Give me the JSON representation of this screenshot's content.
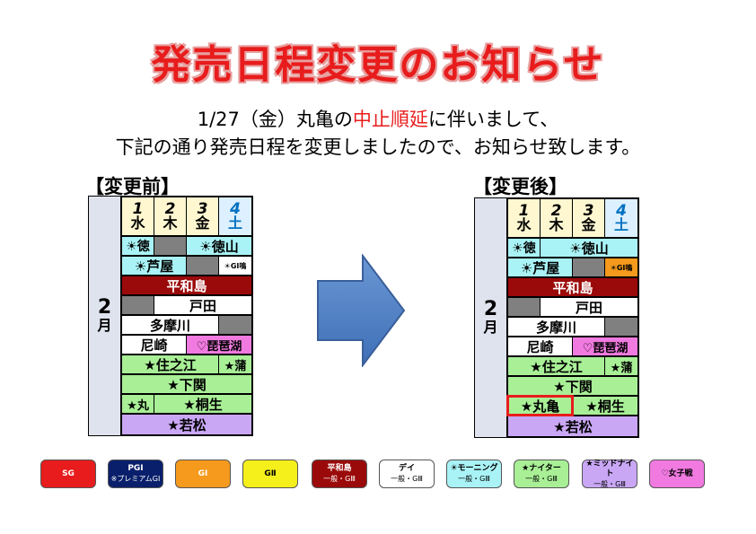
{
  "title": "発売日程変更のお知らせ",
  "message": {
    "line1_pre": "1/27（金）丸亀の",
    "line1_hl": "中止順延",
    "line1_post": "に伴いまして、",
    "line2": "下記の通り発売日程を変更しましたので、お知らせ致します。"
  },
  "before": {
    "label": "【変更前】",
    "month_num": "2",
    "month_unit": "月",
    "days": [
      {
        "num": "1",
        "wd": "水"
      },
      {
        "num": "2",
        "wd": "木"
      },
      {
        "num": "3",
        "wd": "金"
      },
      {
        "num": "4",
        "wd": "土"
      }
    ],
    "rows": {
      "r1a": "☀徳",
      "r1b": "☀徳山",
      "r2a": "☀芦屋",
      "r2b": "☀GⅠ鳴",
      "r3": "平和島",
      "r4": "戸田",
      "r5": "多摩川",
      "r6a": "尼崎",
      "r6b": "♡琵琶湖",
      "r7a": "★住之江",
      "r7b": "★蒲",
      "r8": "★下関",
      "r9a": "★丸",
      "r9b": "★桐生",
      "r10": "★若松"
    }
  },
  "after": {
    "label": "【変更後】",
    "month_num": "2",
    "month_unit": "月",
    "days": [
      {
        "num": "1",
        "wd": "水"
      },
      {
        "num": "2",
        "wd": "木"
      },
      {
        "num": "3",
        "wd": "金"
      },
      {
        "num": "4",
        "wd": "土"
      }
    ],
    "rows": {
      "r1a": "☀徳",
      "r1b": "☀徳山",
      "r2a": "☀芦屋",
      "r2b": "☀GⅠ鳴",
      "r3": "平和島",
      "r4": "戸田",
      "r5": "多摩川",
      "r6a": "尼崎",
      "r6b": "♡琵琶湖",
      "r7a": "★住之江",
      "r7b": "★蒲",
      "r8": "★下関",
      "r9a": "★丸亀",
      "r9b": "★桐生",
      "r10": "★若松"
    }
  },
  "legend": [
    {
      "l1": "SG",
      "l2": "",
      "bg": "#e81c1c",
      "fg": "#ffffff"
    },
    {
      "l1": "PGⅠ",
      "l2": "※プレミアムGⅠ",
      "bg": "#0a1f6b",
      "fg": "#ffffff"
    },
    {
      "l1": "GⅠ",
      "l2": "",
      "bg": "#f59a1c",
      "fg": "#ffffff"
    },
    {
      "l1": "GⅡ",
      "l2": "",
      "bg": "#f5f01c",
      "fg": "#000000"
    },
    {
      "l1": "平和島",
      "l2": "一般・GⅢ",
      "bg": "#9b0a0a",
      "fg": "#ffffff"
    },
    {
      "l1": "デイ",
      "l2": "一般・GⅢ",
      "bg": "#ffffff",
      "fg": "#000000"
    },
    {
      "l1": "☀モーニング",
      "l2": "一般・GⅢ",
      "bg": "#a9f2f5",
      "fg": "#000000"
    },
    {
      "l1": "★ナイター",
      "l2": "一般・GⅢ",
      "bg": "#a8ef96",
      "fg": "#000000"
    },
    {
      "l1": "★ミッドナイト",
      "l2": "一般・GⅢ",
      "bg": "#c9a7f5",
      "fg": "#000000"
    },
    {
      "l1": "♡女子戦",
      "l2": "",
      "bg": "#f07ae0",
      "fg": "#000000"
    }
  ]
}
